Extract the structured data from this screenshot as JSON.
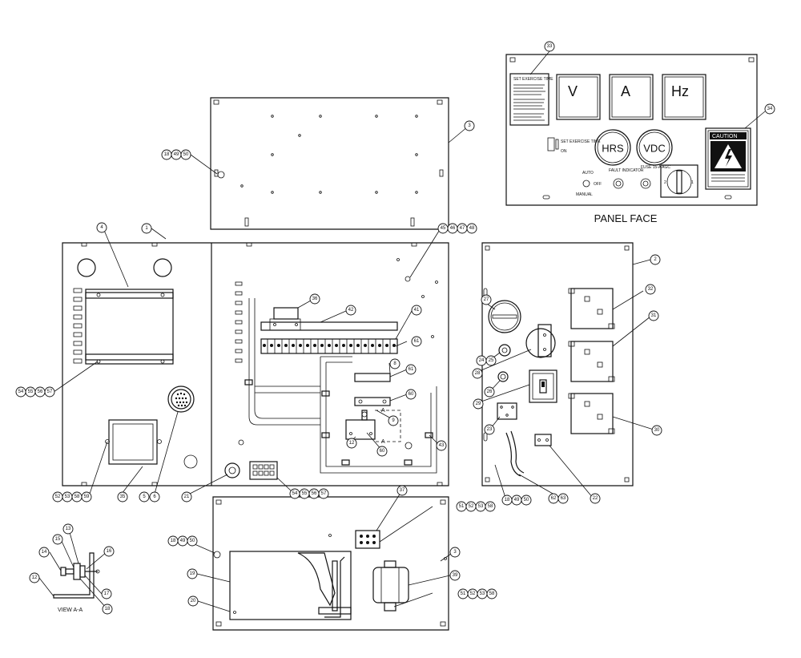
{
  "panel_face": {
    "title": "PANEL FACE",
    "meters": [
      "V",
      "A",
      "Hz"
    ],
    "gauges": [
      "HRS",
      "VDC"
    ],
    "exercise_label": "SET EXERCISE TIME",
    "exercise_on": "ON",
    "auto_label": "AUTO",
    "off_label": "OFF",
    "manual_label": "MANUAL",
    "fault_label": "FAULT INDICATOR",
    "fuse_label": "FUSE 15-A AGC",
    "instructions_title": "SET EXERCISE TIME",
    "caution_label": "CAUTION"
  },
  "view_label": "VIEW A-A",
  "section_marker": "A",
  "callouts": [
    {
      "id": "c33",
      "label": "33"
    },
    {
      "id": "c34",
      "label": "34"
    },
    {
      "id": "c3a",
      "label": "3"
    },
    {
      "id": "c18a",
      "label": "18"
    },
    {
      "id": "c49a",
      "label": "49"
    },
    {
      "id": "c50a",
      "label": "50"
    },
    {
      "id": "c1",
      "label": "1"
    },
    {
      "id": "c4",
      "label": "4"
    },
    {
      "id": "c45",
      "label": "45"
    },
    {
      "id": "c46",
      "label": "46"
    },
    {
      "id": "c47",
      "label": "47"
    },
    {
      "id": "c48",
      "label": "48"
    },
    {
      "id": "c2",
      "label": "2"
    },
    {
      "id": "c36",
      "label": "36"
    },
    {
      "id": "c42",
      "label": "42"
    },
    {
      "id": "c41",
      "label": "41"
    },
    {
      "id": "c61a",
      "label": "61"
    },
    {
      "id": "c8",
      "label": "8"
    },
    {
      "id": "c61b",
      "label": "61"
    },
    {
      "id": "c60a",
      "label": "60"
    },
    {
      "id": "c9",
      "label": "9"
    },
    {
      "id": "c12a",
      "label": "12"
    },
    {
      "id": "c60b",
      "label": "60"
    },
    {
      "id": "c43",
      "label": "43"
    },
    {
      "id": "c54a",
      "label": "54"
    },
    {
      "id": "c55a",
      "label": "55"
    },
    {
      "id": "c56a",
      "label": "56"
    },
    {
      "id": "c57a",
      "label": "57"
    },
    {
      "id": "c52a",
      "label": "52"
    },
    {
      "id": "c53a",
      "label": "53"
    },
    {
      "id": "c58a",
      "label": "58"
    },
    {
      "id": "c59",
      "label": "59"
    },
    {
      "id": "c35",
      "label": "35"
    },
    {
      "id": "c5",
      "label": "5"
    },
    {
      "id": "c6",
      "label": "6"
    },
    {
      "id": "c21",
      "label": "21"
    },
    {
      "id": "c54b",
      "label": "54"
    },
    {
      "id": "c55b",
      "label": "55"
    },
    {
      "id": "c56b",
      "label": "56"
    },
    {
      "id": "c57b",
      "label": "57"
    },
    {
      "id": "c27",
      "label": "27"
    },
    {
      "id": "c32",
      "label": "32"
    },
    {
      "id": "c31",
      "label": "31"
    },
    {
      "id": "c24",
      "label": "24"
    },
    {
      "id": "c25",
      "label": "25"
    },
    {
      "id": "c28",
      "label": "28"
    },
    {
      "id": "c26",
      "label": "26"
    },
    {
      "id": "c29",
      "label": "29"
    },
    {
      "id": "c23",
      "label": "23"
    },
    {
      "id": "c30",
      "label": "30"
    },
    {
      "id": "c18b",
      "label": "18"
    },
    {
      "id": "c49b",
      "label": "49"
    },
    {
      "id": "c50b",
      "label": "50"
    },
    {
      "id": "c62",
      "label": "62"
    },
    {
      "id": "c63",
      "label": "63"
    },
    {
      "id": "c22",
      "label": "22"
    },
    {
      "id": "c37",
      "label": "37"
    },
    {
      "id": "c51a",
      "label": "51"
    },
    {
      "id": "c52b",
      "label": "52"
    },
    {
      "id": "c53b",
      "label": "53"
    },
    {
      "id": "c58b",
      "label": "58"
    },
    {
      "id": "c18c",
      "label": "18"
    },
    {
      "id": "c49c",
      "label": "49"
    },
    {
      "id": "c50c",
      "label": "50"
    },
    {
      "id": "c3b",
      "label": "3"
    },
    {
      "id": "c19",
      "label": "19"
    },
    {
      "id": "c39",
      "label": "39"
    },
    {
      "id": "c20",
      "label": "20"
    },
    {
      "id": "c51b",
      "label": "51"
    },
    {
      "id": "c52c",
      "label": "52"
    },
    {
      "id": "c53c",
      "label": "53"
    },
    {
      "id": "c58c",
      "label": "58"
    },
    {
      "id": "c13",
      "label": "13"
    },
    {
      "id": "c15",
      "label": "15"
    },
    {
      "id": "c14",
      "label": "14"
    },
    {
      "id": "c16",
      "label": "16"
    },
    {
      "id": "c12b",
      "label": "12"
    },
    {
      "id": "c17",
      "label": "17"
    },
    {
      "id": "c18d",
      "label": "18"
    }
  ]
}
